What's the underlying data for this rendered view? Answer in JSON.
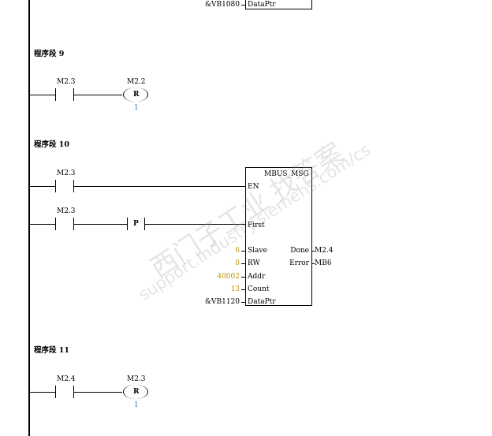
{
  "top_block": {
    "ptr_value": "&VB1080",
    "ptr_pin": "DataPtr"
  },
  "networks": [
    {
      "label": "程序段 9",
      "contact": "M2.3",
      "coil": "M2.2",
      "coil_type": "R",
      "coil_count": "1"
    },
    {
      "label": "程序段 10",
      "contact1": "M2.3",
      "contact2": "M2.3",
      "edge": "P",
      "block": {
        "title": "MBUS_MSG",
        "pins_in": [
          "EN",
          "First",
          "Slave",
          "RW",
          "Addr",
          "Count",
          "DataPtr"
        ],
        "values": {
          "slave": "6",
          "rw": "0",
          "addr": "40002",
          "count": "13",
          "dataptr": "&VB1120"
        },
        "pins_out": [
          "Done",
          "Error"
        ],
        "out_values": {
          "done": "M2.4",
          "error": "MB6"
        }
      }
    },
    {
      "label": "程序段 11",
      "contact": "M2.4",
      "coil": "M2.3",
      "coil_type": "R",
      "coil_count": "1"
    }
  ],
  "watermark": {
    "line1": "西门子工业 找答案",
    "line2": "support.industry.siemens.com/cs"
  }
}
